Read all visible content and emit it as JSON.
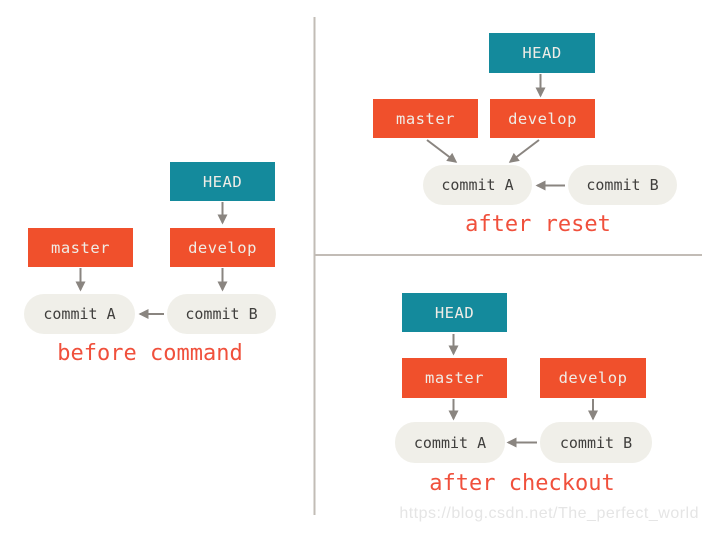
{
  "watermark": "https://blog.csdn.net/The_perfect_world",
  "colors": {
    "head-bg": "#148a9c",
    "branch-bg": "#f0502c",
    "box-text": "#efece6",
    "pill-bg": "#f0efe9",
    "pill-text": "#403f3d",
    "caption-text": "#f0503c",
    "arrow": "#8a8580",
    "divider": "#c2bcb6",
    "watermark-text": "#e5e5e5"
  },
  "panels": {
    "before": {
      "caption": "before command",
      "nodes": {
        "head": "HEAD",
        "master": "master",
        "develop": "develop",
        "commit_a": "commit A",
        "commit_b": "commit B"
      },
      "edges": [
        {
          "from": "HEAD",
          "to": "develop"
        },
        {
          "from": "master",
          "to": "commit A"
        },
        {
          "from": "develop",
          "to": "commit B"
        },
        {
          "from": "commit B",
          "to": "commit A"
        }
      ]
    },
    "after_reset": {
      "caption": "after reset",
      "nodes": {
        "head": "HEAD",
        "master": "master",
        "develop": "develop",
        "commit_a": "commit A",
        "commit_b": "commit B"
      },
      "edges": [
        {
          "from": "HEAD",
          "to": "develop"
        },
        {
          "from": "master",
          "to": "commit A"
        },
        {
          "from": "develop",
          "to": "commit A"
        },
        {
          "from": "commit B",
          "to": "commit A"
        }
      ]
    },
    "after_checkout": {
      "caption": "after checkout",
      "nodes": {
        "head": "HEAD",
        "master": "master",
        "develop": "develop",
        "commit_a": "commit A",
        "commit_b": "commit B"
      },
      "edges": [
        {
          "from": "HEAD",
          "to": "master"
        },
        {
          "from": "master",
          "to": "commit A"
        },
        {
          "from": "develop",
          "to": "commit B"
        },
        {
          "from": "commit B",
          "to": "commit A"
        }
      ]
    }
  }
}
